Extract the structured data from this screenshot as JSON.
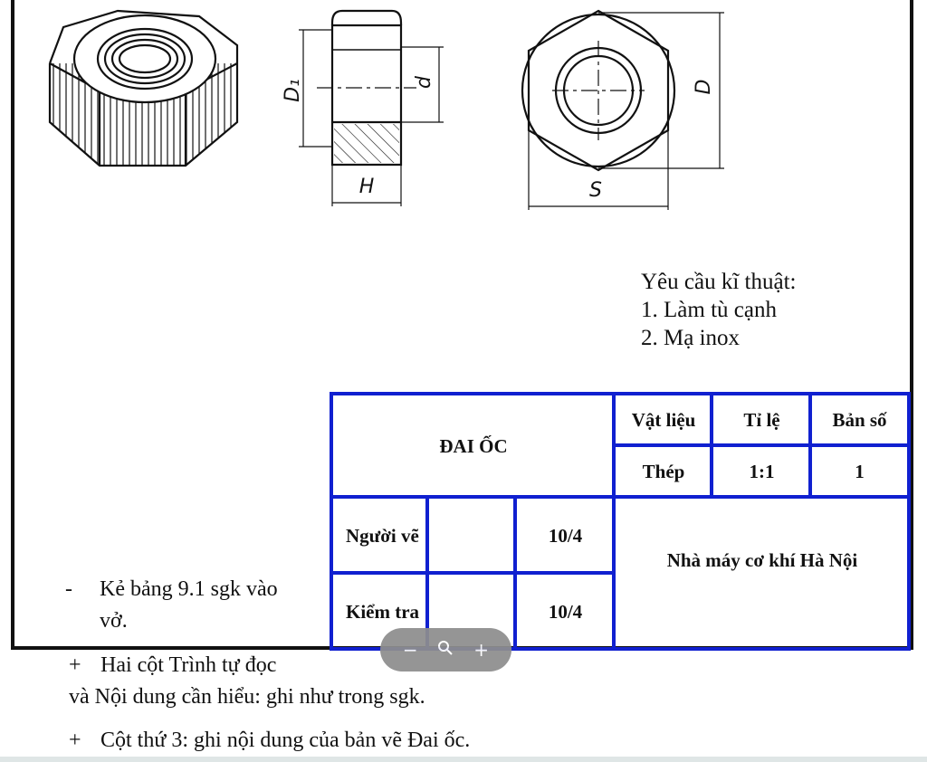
{
  "drawing": {
    "labels": {
      "d1": "D₁",
      "d": "d",
      "h": "H",
      "s": "S",
      "D": "D"
    }
  },
  "requirements": {
    "title": "Yêu cầu kĩ thuật:",
    "items": [
      "1. Làm tù cạnh",
      "2. Mạ inox"
    ]
  },
  "title_block": {
    "name": "ĐAI ỐC",
    "material_header": "Vật liệu",
    "scale_header": "Tỉ lệ",
    "sheet_header": "Bản số",
    "material": "Thép",
    "scale": "1:1",
    "sheet": "1",
    "drawn_by_label": "Người vẽ",
    "checked_by_label": "Kiểm tra",
    "drawn_date": "10/4",
    "checked_date": "10/4",
    "company": "Nhà máy cơ khí Hà Nội"
  },
  "notes": {
    "line1_dash": "-",
    "line1a": "Kẻ bảng 9.1 sgk vào",
    "line1b": "vở.",
    "line2_plus": "+",
    "line2a": "Hai cột Trình tự đọc",
    "line2b": "và Nội dung cần hiểu: ghi như trong sgk.",
    "line3_plus": "+",
    "line3a": "Cột thứ 3: ghi nội dung của bản vẽ Đai ốc."
  },
  "zoom_controls": {
    "minus": "−",
    "magnifier": "🔍",
    "plus": "+"
  }
}
